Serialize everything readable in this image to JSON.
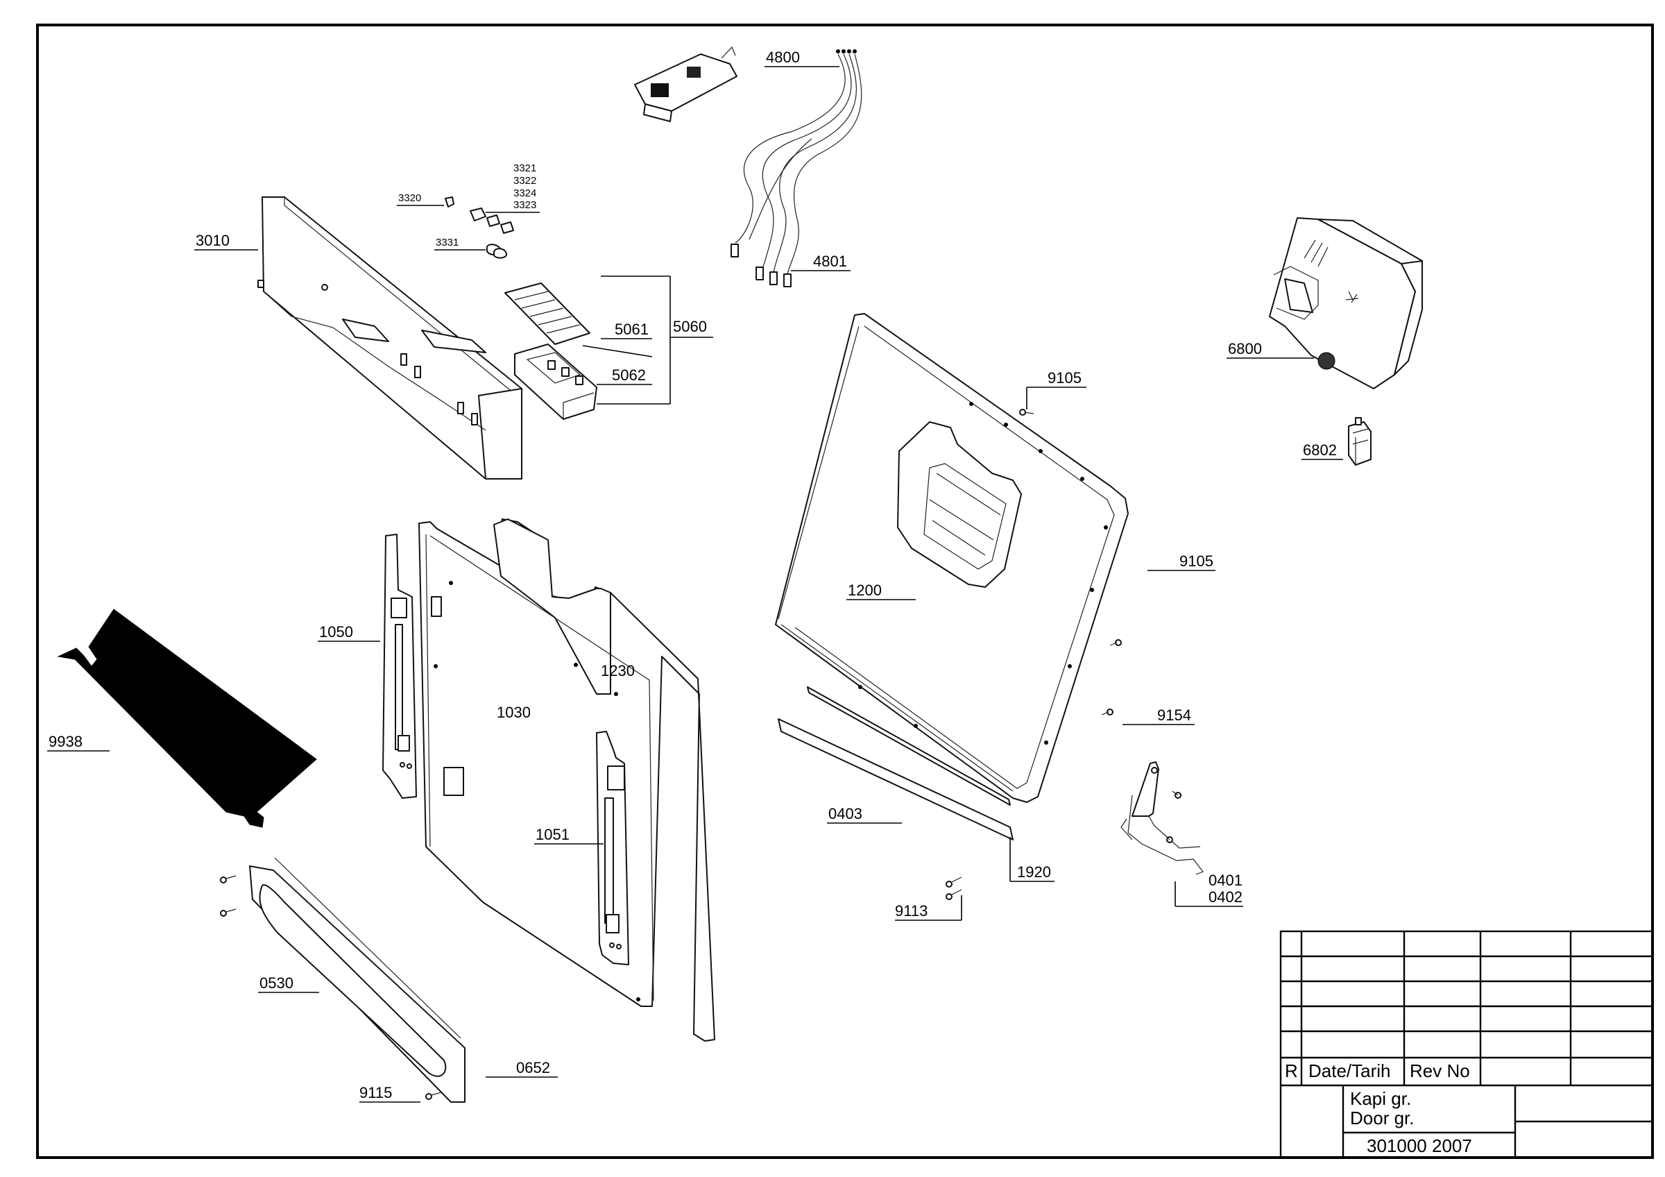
{
  "labels": {
    "l4800": "4800",
    "l4801": "4801",
    "l3321": "3321",
    "l3322": "3322",
    "l3324": "3324",
    "l3323": "3323",
    "l3320": "3320",
    "l3331": "3331",
    "l3010": "3010",
    "l5061": "5061",
    "l5060": "5060",
    "l5062": "5062",
    "l6800": "6800",
    "l6802": "6802",
    "l9105a": "9105",
    "l9105b": "9105",
    "l1200": "1200",
    "l1050": "1050",
    "l1230": "1230",
    "l1030": "1030",
    "l9938": "9938",
    "l9154": "9154",
    "l1051": "1051",
    "l0403": "0403",
    "l1920": "1920",
    "l0401": "0401",
    "l0402": "0402",
    "l9113": "9113",
    "l0530": "0530",
    "l0652": "0652",
    "l9115": "9115"
  },
  "title_block": {
    "col_r": "R",
    "col_date": "Date/Tarih",
    "col_rev": "Rev No",
    "title_tr": "Kapi gr.",
    "title_en": "Door gr.",
    "drawing_no": "301000 2007"
  }
}
